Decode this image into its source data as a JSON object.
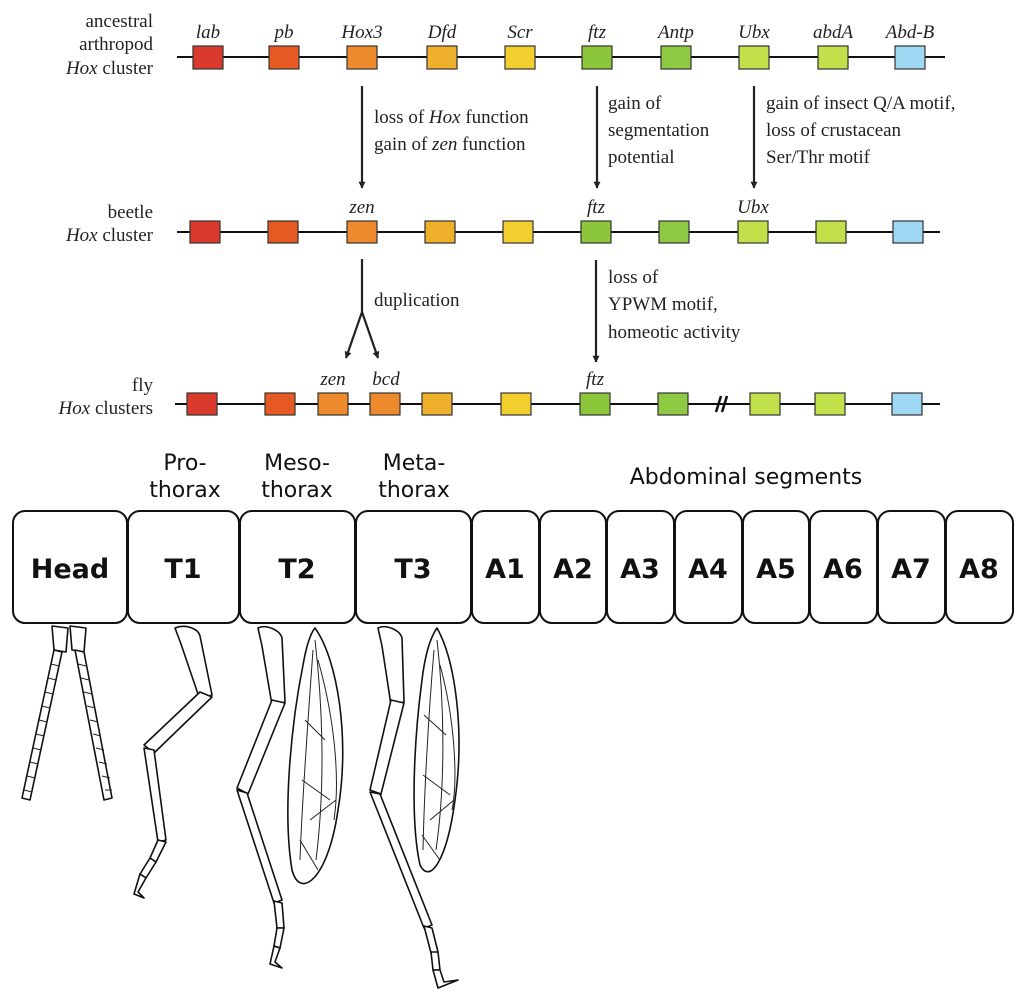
{
  "gene_colors": {
    "red": "#d93a2b",
    "red_orange": "#e55a22",
    "orange": "#ec8a2c",
    "amber": "#efb02d",
    "yellow": "#f2cf2f",
    "green": "#8cc63a",
    "mid_green": "#8ec943",
    "yellow_green": "#c1e04a",
    "blue": "#9fd8f2"
  },
  "clusters": {
    "ancestral": {
      "label_lines": [
        "ancestral",
        "arthropod"
      ],
      "label_italic": "Hox",
      "label_suffix": " cluster",
      "genes": [
        "lab",
        "pb",
        "Hox3",
        "Dfd",
        "Scr",
        "ftz",
        "Antp",
        "Ubx",
        "abdA",
        "Abd-B"
      ]
    },
    "beetle": {
      "label_line": "beetle",
      "label_italic": "Hox",
      "label_suffix": " cluster",
      "genes": [
        "zen",
        "ftz",
        "Ubx"
      ]
    },
    "fly": {
      "label_line": "fly",
      "label_italic": "Hox",
      "label_suffix": " clusters",
      "genes": [
        "zen",
        "bcd",
        "ftz"
      ],
      "break_mark": "//"
    }
  },
  "annotations": {
    "hox3_a": {
      "pre": "loss of ",
      "italic": "Hox",
      "post": " function"
    },
    "hox3_b": {
      "pre": "gain of ",
      "italic": "zen",
      "post": " function"
    },
    "ftz_1": "gain of",
    "ftz_2": "segmentation",
    "ftz_3": "potential",
    "ubx_1": "gain of insect Q/A motif,",
    "ubx_2": "loss of crustacean",
    "ubx_3": "Ser/Thr motif",
    "duplication": "duplication",
    "ftz_loss_1": "loss of",
    "ftz_loss_2": "YPWM motif,",
    "ftz_loss_3": "homeotic activity"
  },
  "body_regions": {
    "prothorax": [
      "Pro-",
      "thorax"
    ],
    "mesothorax": [
      "Meso-",
      "thorax"
    ],
    "metathorax": [
      "Meta-",
      "thorax"
    ],
    "abdominal": "Abdominal segments"
  },
  "segments": [
    "Head",
    "T1",
    "T2",
    "T3",
    "A1",
    "A2",
    "A3",
    "A4",
    "A5",
    "A6",
    "A7",
    "A8"
  ]
}
